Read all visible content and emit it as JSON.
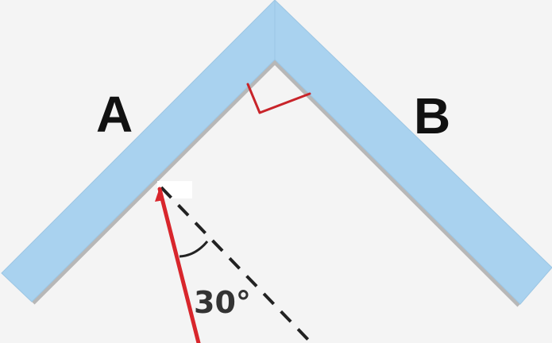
{
  "mirrors": {
    "left_label": "A",
    "right_label": "B"
  },
  "angle": {
    "label": "30°"
  },
  "colors": {
    "mirror_fill": "#a9d2ef",
    "mirror_edge": "#b7b7b7",
    "ray": "#d8262c",
    "dashed_line": "#222222",
    "right_angle_mark": "#c8242a",
    "background": "#f4f4f4"
  }
}
